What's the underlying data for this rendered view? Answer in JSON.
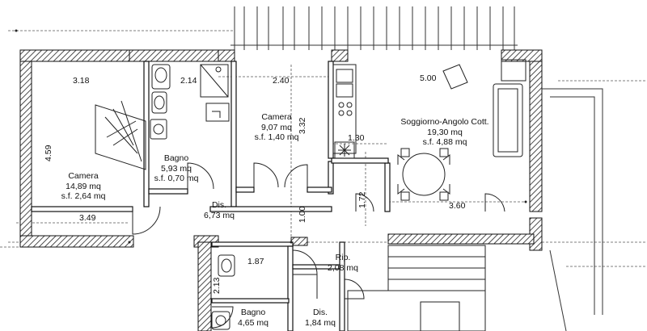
{
  "rooms": {
    "camera_left": {
      "name": "Camera",
      "area": "14,89 mq",
      "sf": "s.f. 2,64 mq"
    },
    "bagno_top": {
      "name": "Bagno",
      "area": "5,93 mq",
      "sf": "s.f. 0,70 mq"
    },
    "camera_mid": {
      "name": "Camera",
      "area": "9,07 mq",
      "sf": "s.f. 1,40 mq"
    },
    "soggiorno": {
      "name": "Soggiorno-Angolo Cott.",
      "area": "19,30 mq",
      "sf": "s.f. 4,88 mq"
    },
    "dis_main": {
      "name": "Dis.",
      "area": "6,73 mq"
    },
    "rip": {
      "name": "Rip.",
      "area": "2,08 mq"
    },
    "bagno_bottom": {
      "name": "Bagno",
      "area": "4,65 mq"
    },
    "dis_bottom": {
      "name": "Dis.",
      "area": "1,84 mq"
    }
  },
  "dimensions": {
    "d318": "3.18",
    "d214": "2.14",
    "d240": "2.40",
    "d500": "5.00",
    "d459": "4.59",
    "d332": "3.32",
    "d130": "1.30",
    "d172": "1.72",
    "d100": "1.00",
    "d349": "3.49",
    "d360": "3.60",
    "d187": "1.87",
    "d213": "2.13"
  }
}
